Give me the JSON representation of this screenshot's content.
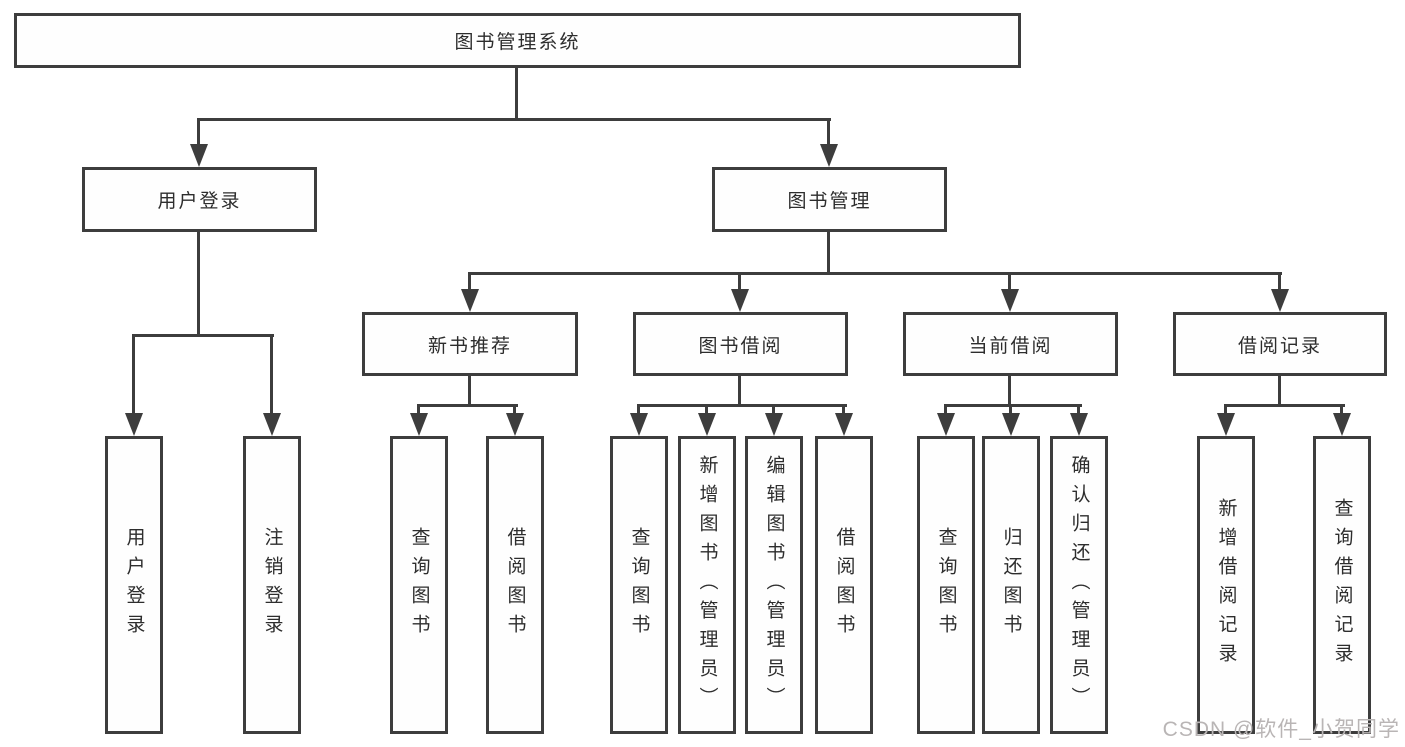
{
  "diagram_type": "hierarchy-tree",
  "colors": {
    "line": "#3d3d3d",
    "node_border": "#3d3d3d",
    "node_text": "#2d2d2d",
    "background": "#ffffff",
    "watermark": "#b9b5b5"
  },
  "tree": {
    "root": {
      "label": "图书管理系统",
      "children": [
        {
          "label": "用户登录",
          "children": [
            {
              "label": "用户登录"
            },
            {
              "label": "注销登录"
            }
          ]
        },
        {
          "label": "图书管理",
          "children": [
            {
              "label": "新书推荐",
              "children": [
                {
                  "label": "查询图书"
                },
                {
                  "label": "借阅图书"
                }
              ]
            },
            {
              "label": "图书借阅",
              "children": [
                {
                  "label": "查询图书"
                },
                {
                  "label": "新增图书（管理员）"
                },
                {
                  "label": "编辑图书（管理员）"
                },
                {
                  "label": "借阅图书"
                }
              ]
            },
            {
              "label": "当前借阅",
              "children": [
                {
                  "label": "查询图书"
                },
                {
                  "label": "归还图书"
                },
                {
                  "label": "确认归还（管理员）"
                }
              ]
            },
            {
              "label": "借阅记录",
              "children": [
                {
                  "label": "新增借阅记录"
                },
                {
                  "label": "查询借阅记录"
                }
              ]
            }
          ]
        }
      ]
    }
  },
  "watermark": {
    "text": "CSDN @软件_小贺同学"
  }
}
